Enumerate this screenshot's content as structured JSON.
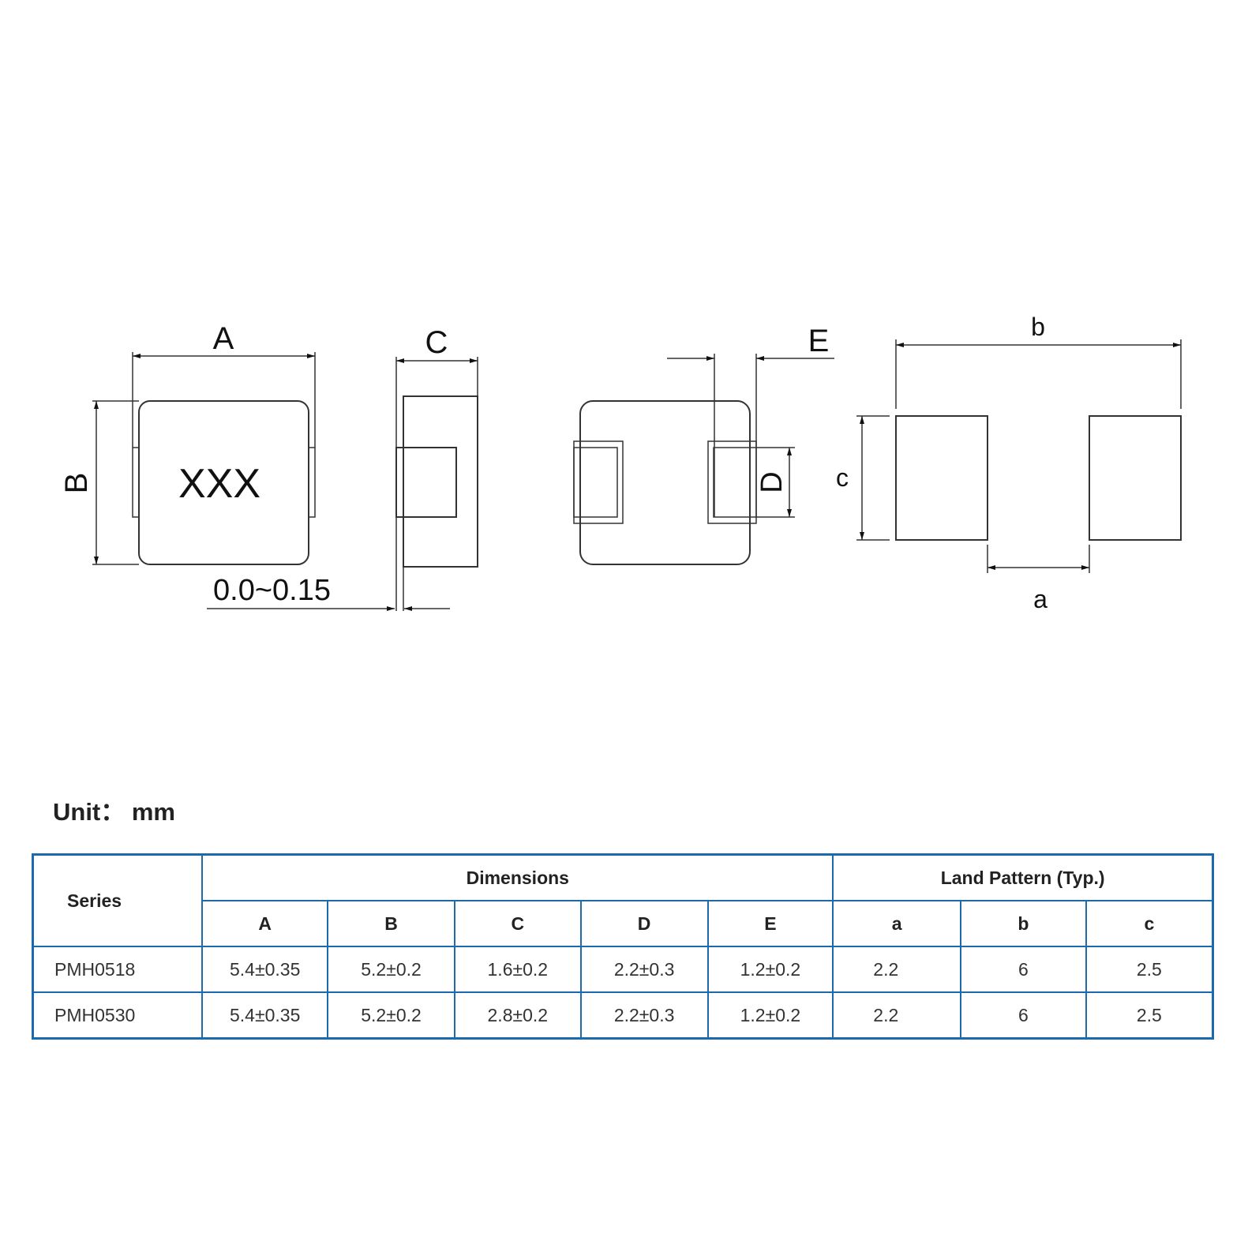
{
  "drawing": {
    "labels": {
      "A": "A",
      "B": "B",
      "C": "C",
      "D": "D",
      "E": "E",
      "a": "a",
      "b": "b",
      "c": "c"
    },
    "marking": "XXX",
    "offset_note": "0.0~0.15"
  },
  "unit_label": "Unit： mm",
  "table": {
    "series_header": "Series",
    "dimensions_header": "Dimensions",
    "land_header": "Land Pattern (Typ.)",
    "columns": [
      "A",
      "B",
      "C",
      "D",
      "E",
      "a",
      "b",
      "c"
    ],
    "rows": [
      {
        "series": "PMH0518",
        "values": [
          "5.4±0.35",
          "5.2±0.2",
          "1.6±0.2",
          "2.2±0.3",
          "1.2±0.2",
          "2.2",
          "6",
          "2.5"
        ]
      },
      {
        "series": "PMH0530",
        "values": [
          "5.4±0.35",
          "5.2±0.2",
          "2.8±0.2",
          "2.2±0.3",
          "1.2±0.2",
          "2.2",
          "6",
          "2.5"
        ]
      }
    ]
  },
  "colors": {
    "table_border": "#1a6aad"
  }
}
